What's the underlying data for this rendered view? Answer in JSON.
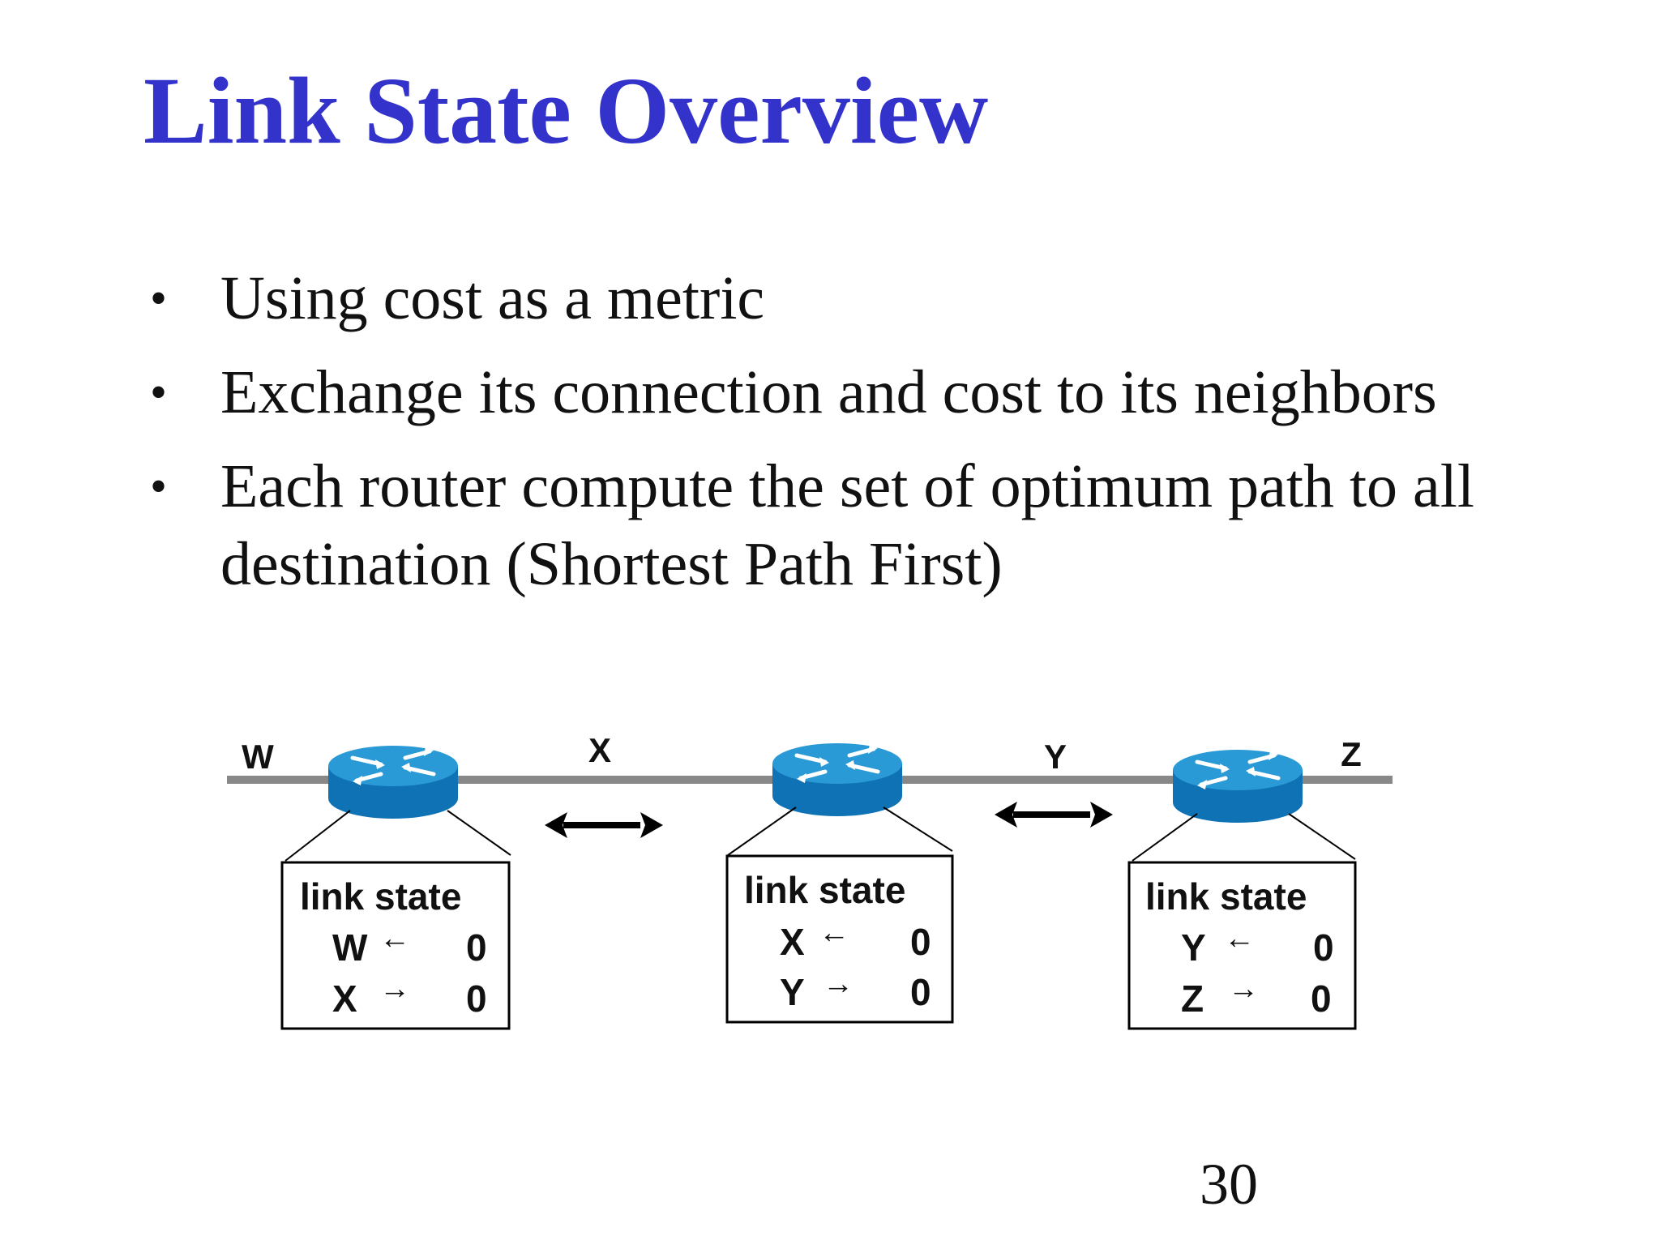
{
  "slide": {
    "title": "Link State Overview",
    "bullets": [
      "Using cost as a metric",
      "Exchange its connection and cost to its neighbors",
      "Each router compute the set of optimum path to all destination (Shortest Path First)"
    ],
    "page_number": "30"
  },
  "diagram": {
    "network_labels": [
      "W",
      "X",
      "Y",
      "Z"
    ],
    "routers": [
      {
        "table_title": "link state",
        "entries": [
          {
            "net": "W",
            "arrow": "←",
            "cost": "0"
          },
          {
            "net": "X",
            "arrow": "→",
            "cost": "0"
          }
        ]
      },
      {
        "table_title": "link state",
        "entries": [
          {
            "net": "X",
            "arrow": "←",
            "cost": "0"
          },
          {
            "net": "Y",
            "arrow": "→",
            "cost": "0"
          }
        ]
      },
      {
        "table_title": "link state",
        "entries": [
          {
            "net": "Y",
            "arrow": "←",
            "cost": "0"
          },
          {
            "net": "Z",
            "arrow": "→",
            "cost": "0"
          }
        ]
      }
    ],
    "colors": {
      "title": "#3333cc",
      "router_body": "#0e72b4",
      "router_top": "#2a9ad6",
      "link_line": "#888888"
    }
  }
}
